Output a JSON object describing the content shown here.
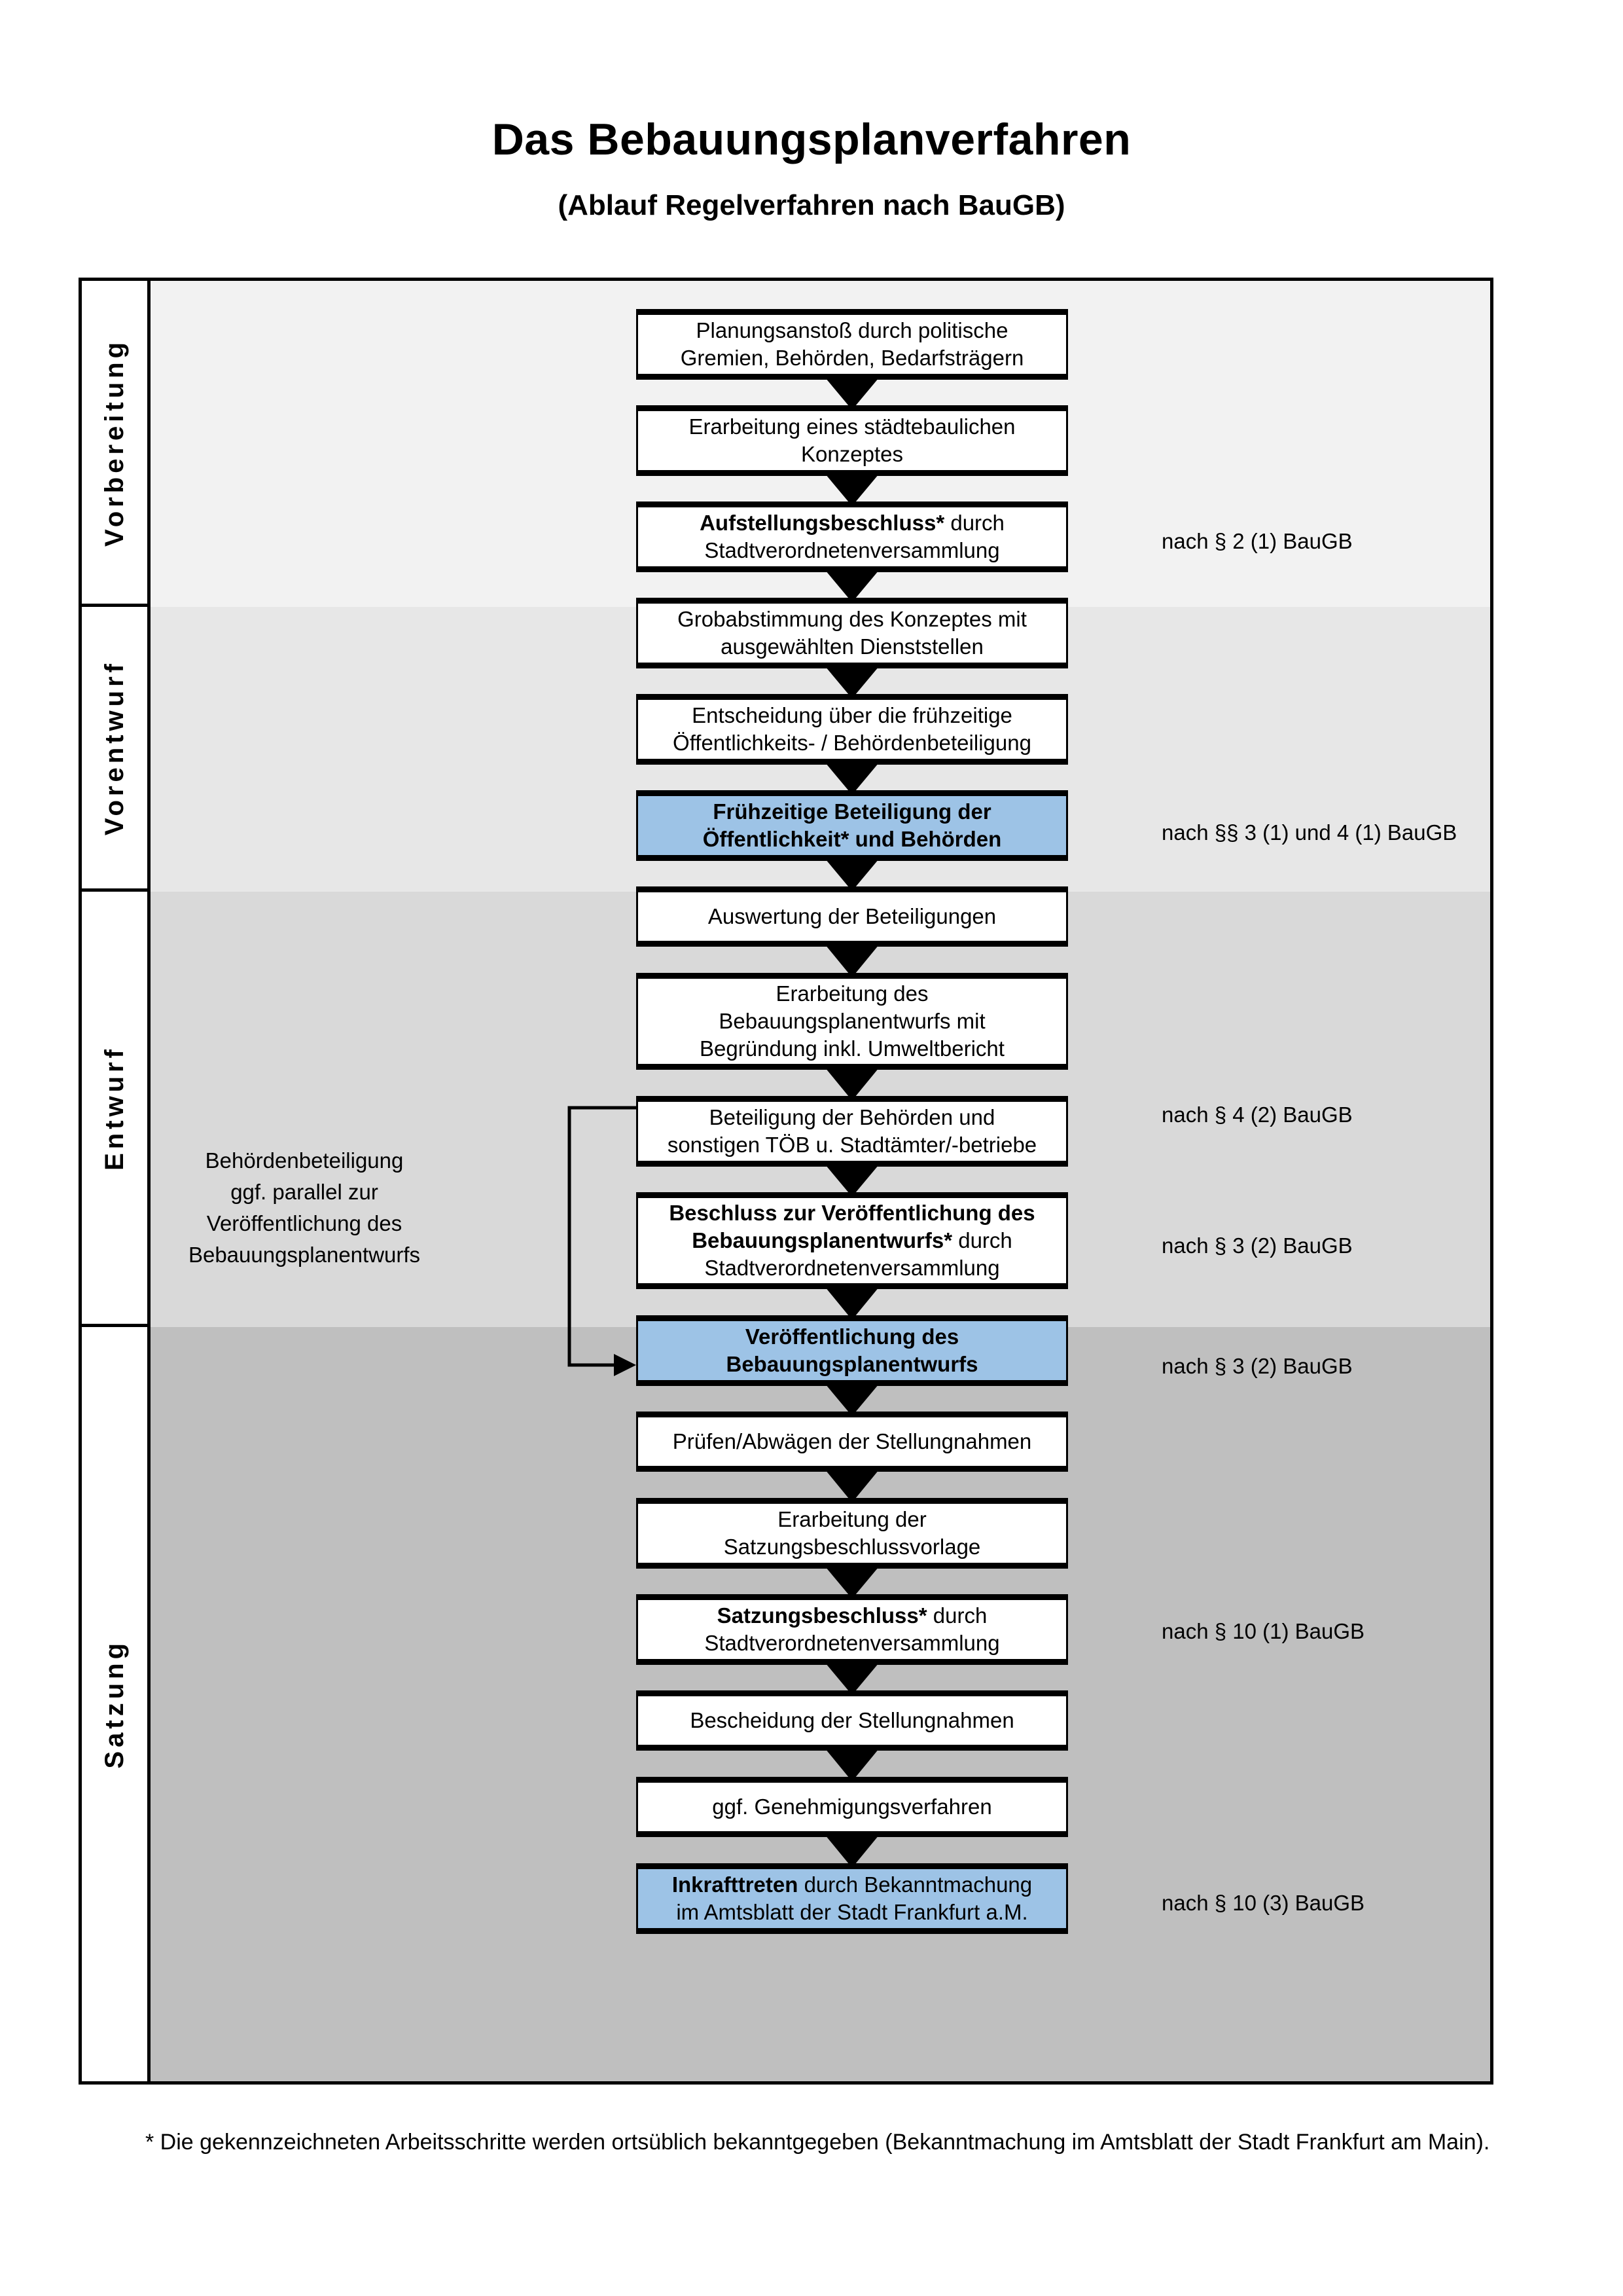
{
  "header": {
    "title": "Das Bebauungsplanverfahren",
    "subtitle": "(Ablauf Regelverfahren nach BauGB)"
  },
  "colors": {
    "highlight_blue": "#9DC3E6",
    "band_1": "#F2F2F2",
    "band_2": "#E7E7E7",
    "band_3": "#D9D9D9",
    "band_4": "#BFBFBF",
    "line": "#000000"
  },
  "phases": [
    {
      "label": "Vorbereitung",
      "band_color": "#F2F2F2"
    },
    {
      "label": "Vorentwurf",
      "band_color": "#E7E7E7"
    },
    {
      "label": "Entwurf",
      "band_color": "#D9D9D9"
    },
    {
      "label": "Satzung",
      "band_color": "#BFBFBF"
    }
  ],
  "steps": [
    {
      "id": "planungsanstoss",
      "lines": [
        {
          "text": "Planungsanstoß durch politische",
          "bold": false
        },
        {
          "text": "Gremien, Behörden, Bedarfsträgern",
          "bold": false
        }
      ],
      "highlight": false
    },
    {
      "id": "staedtebauliches-konzept",
      "lines": [
        {
          "text": "Erarbeitung eines städtebaulichen",
          "bold": false
        },
        {
          "text": "Konzeptes",
          "bold": false
        }
      ],
      "highlight": false
    },
    {
      "id": "aufstellungsbeschluss",
      "lines": [
        {
          "text": "Aufstellungsbeschluss*",
          "bold": true,
          "suffix": " durch"
        },
        {
          "text": "Stadtverordnetenversammlung",
          "bold": false
        }
      ],
      "highlight": false
    },
    {
      "id": "grobabstimmung",
      "lines": [
        {
          "text": "Grobabstimmung des Konzeptes mit",
          "bold": false
        },
        {
          "text": "ausgewählten Dienststellen",
          "bold": false
        }
      ],
      "highlight": false
    },
    {
      "id": "entscheidung-fruehzeitige-beteiligung",
      "lines": [
        {
          "text": "Entscheidung über die frühzeitige",
          "bold": false
        },
        {
          "text": "Öffentlichkeits- / Behördenbeteiligung",
          "bold": false
        }
      ],
      "highlight": false
    },
    {
      "id": "fruehzeitige-beteiligung",
      "lines": [
        {
          "text": "Frühzeitige Beteiligung der",
          "bold": true
        },
        {
          "text": "Öffentlichkeit* und Behörden",
          "bold": true
        }
      ],
      "highlight": true
    },
    {
      "id": "auswertung-beteiligungen",
      "lines": [
        {
          "text": "Auswertung der Beteiligungen",
          "bold": false
        }
      ],
      "highlight": false
    },
    {
      "id": "erarbeitung-bebauungsplanentwurf",
      "lines": [
        {
          "text": "Erarbeitung des",
          "bold": false
        },
        {
          "text": "Bebauungsplanentwurfs mit",
          "bold": false
        },
        {
          "text": "Begründung inkl. Umweltbericht",
          "bold": false
        }
      ],
      "highlight": false
    },
    {
      "id": "beteiligung-behoerden-toeb",
      "lines": [
        {
          "text": "Beteiligung der Behörden und",
          "bold": false
        },
        {
          "text": "sonstigen TÖB u. Stadtämter/-betriebe",
          "bold": false
        }
      ],
      "highlight": false
    },
    {
      "id": "beschluss-veroeffentlichung",
      "lines": [
        {
          "text": "Beschluss zur Veröffentlichung des",
          "bold": true
        },
        {
          "text": "Bebauungsplanentwurfs*",
          "bold": true,
          "suffix": " durch"
        },
        {
          "text": "Stadtverordnetenversammlung",
          "bold": false
        }
      ],
      "highlight": false
    },
    {
      "id": "veroeffentlichung-entwurf",
      "lines": [
        {
          "text": "Veröffentlichung des",
          "bold": true
        },
        {
          "text": "Bebauungsplanentwurfs",
          "bold": true
        }
      ],
      "highlight": true
    },
    {
      "id": "pruefen-abwaegen",
      "lines": [
        {
          "text": "Prüfen/Abwägen der Stellungnahmen",
          "bold": false
        }
      ],
      "highlight": false
    },
    {
      "id": "satzungsbeschlussvorlage",
      "lines": [
        {
          "text": "Erarbeitung der",
          "bold": false
        },
        {
          "text": "Satzungsbeschlussvorlage",
          "bold": false
        }
      ],
      "highlight": false
    },
    {
      "id": "satzungsbeschluss",
      "lines": [
        {
          "text": "Satzungsbeschluss*",
          "bold": true,
          "suffix": " durch"
        },
        {
          "text": "Stadtverordnetenversammlung",
          "bold": false
        }
      ],
      "highlight": false
    },
    {
      "id": "bescheidung-stellungnahmen",
      "lines": [
        {
          "text": "Bescheidung der Stellungnahmen",
          "bold": false
        }
      ],
      "highlight": false
    },
    {
      "id": "genehmigungsverfahren",
      "lines": [
        {
          "text": "ggf. Genehmigungsverfahren",
          "bold": false
        }
      ],
      "highlight": false
    },
    {
      "id": "inkrafttreten",
      "lines": [
        {
          "text": "Inkrafttreten",
          "bold": true,
          "suffix": " durch Bekanntmachung"
        },
        {
          "text": "im Amtsblatt der Stadt Frankfurt a.M.",
          "bold": false
        }
      ],
      "highlight": true
    }
  ],
  "law_notes": [
    {
      "id": "note-aufstellungsbeschluss",
      "text": "nach § 2 (1) BauGB"
    },
    {
      "id": "note-fruehzeitige-beteiligung",
      "text": "nach §§ 3 (1) und 4 (1) BauGB"
    },
    {
      "id": "note-behoerdenbeteiligung",
      "text": "nach § 4 (2) BauGB"
    },
    {
      "id": "note-beschluss-veroeffentlichung",
      "text": "nach § 3 (2) BauGB"
    },
    {
      "id": "note-veroeffentlichung",
      "text": "nach § 3 (2) BauGB"
    },
    {
      "id": "note-satzungsbeschluss",
      "text": "nach § 10 (1) BauGB"
    },
    {
      "id": "note-inkrafttreten",
      "text": "nach § 10 (3) BauGB"
    }
  ],
  "side_note": {
    "lines": [
      "Behördenbeteiligung",
      "ggf. parallel zur",
      "Veröffentlichung des",
      "Bebauungsplanentwurfs"
    ],
    "text": "Behördenbeteiligung ggf. parallel zur Veröffentlichung des Bebauungsplanentwurfs"
  },
  "footnote": {
    "text": "* Die gekennzeichneten Arbeitsschritte werden ortsüblich bekanntgegeben (Bekanntmachung im Amtsblatt  der Stadt Frankfurt am Main)."
  }
}
